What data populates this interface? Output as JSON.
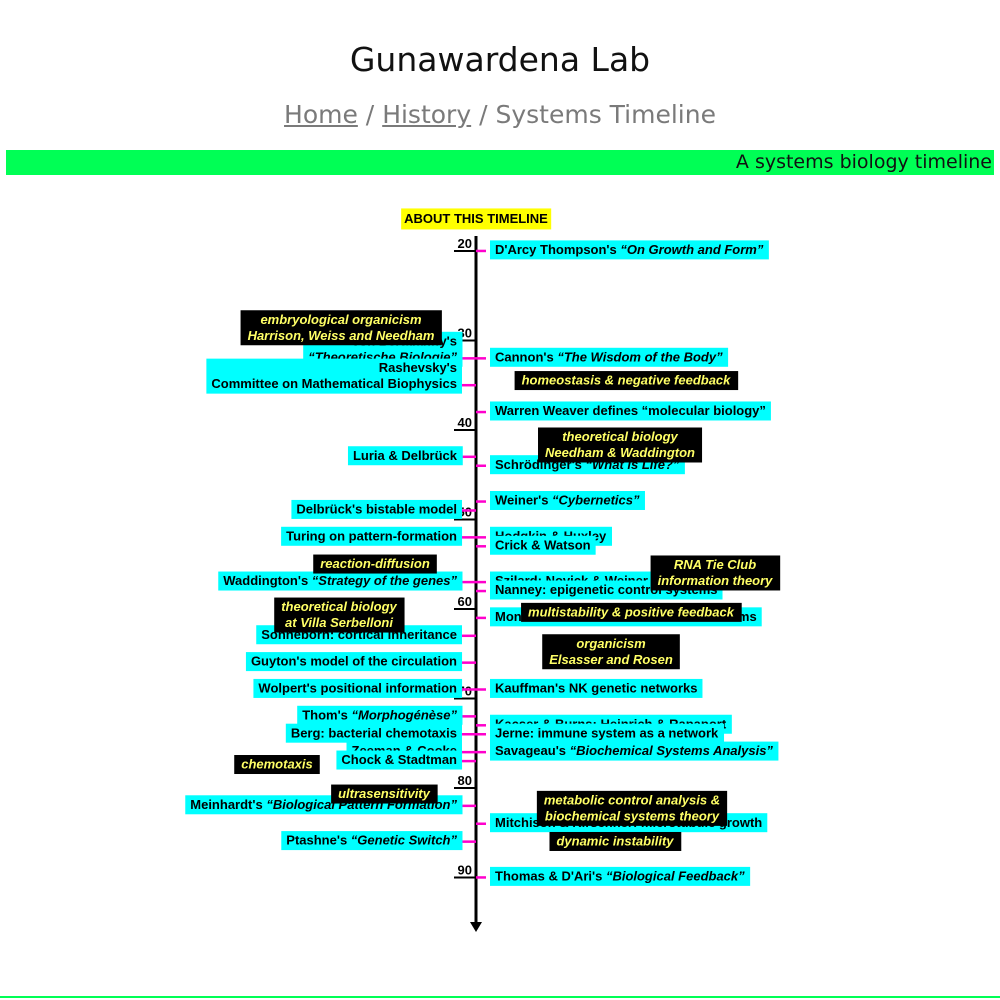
{
  "site": {
    "title": "Gunawardena Lab"
  },
  "breadcrumb": {
    "home": "Home",
    "sep1": " / ",
    "history": "History",
    "sep2": " / ",
    "current": "Systems Timeline"
  },
  "banner": {
    "text": "A systems biology timeline"
  },
  "timeline": {
    "about": "ABOUT THIS TIMELINE",
    "colors": {
      "cyan": "#00ffff",
      "black": "#000000",
      "yellow_text": "#ffff66",
      "about_bg": "#ffff00",
      "tick": "#ff00cc",
      "axis": "#000000",
      "banner": "#00ff55"
    },
    "decades": [
      "20",
      "30",
      "40",
      "50",
      "60",
      "70",
      "80",
      "90"
    ],
    "right": [
      {
        "year": 1920,
        "parts": [
          {
            "t": "D'Arcy Thompson's "
          },
          {
            "t": "“On Growth and Form”",
            "i": true
          }
        ]
      },
      {
        "year": 1932,
        "parts": [
          {
            "t": "Cannon's "
          },
          {
            "t": "“The Wisdom of the Body”",
            "i": true
          }
        ]
      },
      {
        "year": 1938,
        "parts": [
          {
            "t": "Warren Weaver defines “molecular biology”"
          }
        ]
      },
      {
        "year": 1944,
        "parts": [
          {
            "t": "Schrödinger's "
          },
          {
            "t": "“What is Life?”",
            "i": true
          }
        ]
      },
      {
        "year": 1948,
        "parts": [
          {
            "t": "Weiner's "
          },
          {
            "t": "“Cybernetics”",
            "i": true
          }
        ]
      },
      {
        "year": 1952,
        "parts": [
          {
            "t": "Hodgkin & Huxley"
          }
        ]
      },
      {
        "year": 1953,
        "parts": [
          {
            "t": "Crick & Watson"
          }
        ]
      },
      {
        "year": 1957,
        "parts": [
          {
            "t": "Szilard; Novick & Weiner"
          }
        ]
      },
      {
        "year": 1958,
        "parts": [
          {
            "t": "Nanney: epigenetic control systems"
          }
        ]
      },
      {
        "year": 1961,
        "parts": [
          {
            "t": "Monod & Jacob's teleonomic mechanisms"
          }
        ]
      },
      {
        "year": 1969,
        "parts": [
          {
            "t": "Kauffman's NK genetic networks"
          }
        ]
      },
      {
        "year": 1973,
        "parts": [
          {
            "t": "Kacser & Burns; Heinrich & Rapaport"
          }
        ]
      },
      {
        "year": 1974,
        "parts": [
          {
            "t": "Jerne: immune system as a network"
          }
        ]
      },
      {
        "year": 1976,
        "parts": [
          {
            "t": "Savageau's "
          },
          {
            "t": "“Biochemical Systems Analysis”",
            "i": true
          }
        ]
      },
      {
        "year": 1984,
        "parts": [
          {
            "t": "Mitchison & Kirschner: microtubule growth"
          }
        ]
      },
      {
        "year": 1990,
        "parts": [
          {
            "t": "Thomas & D'Ari's "
          },
          {
            "t": "“Biological Feedback”",
            "i": true
          }
        ]
      }
    ],
    "left": [
      {
        "year": 1932,
        "lines": [
          [
            {
              "t": "von Bertalanffy's"
            }
          ],
          [
            {
              "t": "“Theoretische Biologie”",
              "i": true
            }
          ]
        ]
      },
      {
        "year": 1935,
        "lines": [
          [
            {
              "t": "Rashevsky's"
            }
          ],
          [
            {
              "t": "Committee on Mathematical Biophysics"
            }
          ]
        ]
      },
      {
        "year": 1943,
        "lines": [
          [
            {
              "t": "Luria & Delbrück"
            }
          ]
        ]
      },
      {
        "year": 1949,
        "lines": [
          [
            {
              "t": "Delbrück's bistable model"
            }
          ]
        ]
      },
      {
        "year": 1952,
        "lines": [
          [
            {
              "t": "Turing on pattern-formation"
            }
          ]
        ]
      },
      {
        "year": 1957,
        "lines": [
          [
            {
              "t": "Waddington's "
            },
            {
              "t": "“Strategy of the genes”",
              "i": true
            }
          ]
        ]
      },
      {
        "year": 1963,
        "lines": [
          [
            {
              "t": "Sonneborn: cortical inheritance"
            }
          ]
        ]
      },
      {
        "year": 1966,
        "lines": [
          [
            {
              "t": "Guyton's model of the circulation"
            }
          ]
        ]
      },
      {
        "year": 1969,
        "lines": [
          [
            {
              "t": "Wolpert's positional information"
            }
          ]
        ]
      },
      {
        "year": 1972,
        "lines": [
          [
            {
              "t": "Thom's "
            },
            {
              "t": "“Morphogénèse”",
              "i": true
            }
          ]
        ]
      },
      {
        "year": 1974,
        "lines": [
          [
            {
              "t": "Berg: bacterial chemotaxis"
            }
          ]
        ]
      },
      {
        "year": 1976,
        "lines": [
          [
            {
              "t": "Zeeman & Cooke"
            }
          ]
        ]
      },
      {
        "year": 1977,
        "lines": [
          [
            {
              "t": "Chock & Stadtman"
            }
          ]
        ]
      },
      {
        "year": 1982,
        "lines": [
          [
            {
              "t": "Meinhardt's "
            },
            {
              "t": "“Biological Pattern Formation”",
              "i": true
            }
          ]
        ]
      },
      {
        "year": 1986,
        "lines": [
          [
            {
              "t": "Ptashne's "
            },
            {
              "t": "“Genetic Switch”",
              "i": true
            }
          ]
        ]
      }
    ],
    "themes": [
      {
        "lines": [
          "embryological organicism",
          "Harrison, Weiss and Needham"
        ]
      },
      {
        "lines": [
          "homeostasis & negative feedback"
        ]
      },
      {
        "lines": [
          "theoretical biology",
          "Needham & Waddington"
        ]
      },
      {
        "lines": [
          "reaction-diffusion"
        ]
      },
      {
        "lines": [
          "RNA Tie Club",
          "information theory"
        ]
      },
      {
        "lines": [
          "multistability & positive feedback"
        ]
      },
      {
        "lines": [
          "theoretical biology",
          "at Villa Serbelloni"
        ]
      },
      {
        "lines": [
          "organicism",
          "Elsasser and Rosen"
        ]
      },
      {
        "lines": [
          "chemotaxis"
        ]
      },
      {
        "lines": [
          "ultrasensitivity"
        ]
      },
      {
        "lines": [
          "metabolic control analysis &",
          "biochemical systems theory"
        ]
      },
      {
        "lines": [
          "dynamic instability"
        ]
      }
    ]
  }
}
